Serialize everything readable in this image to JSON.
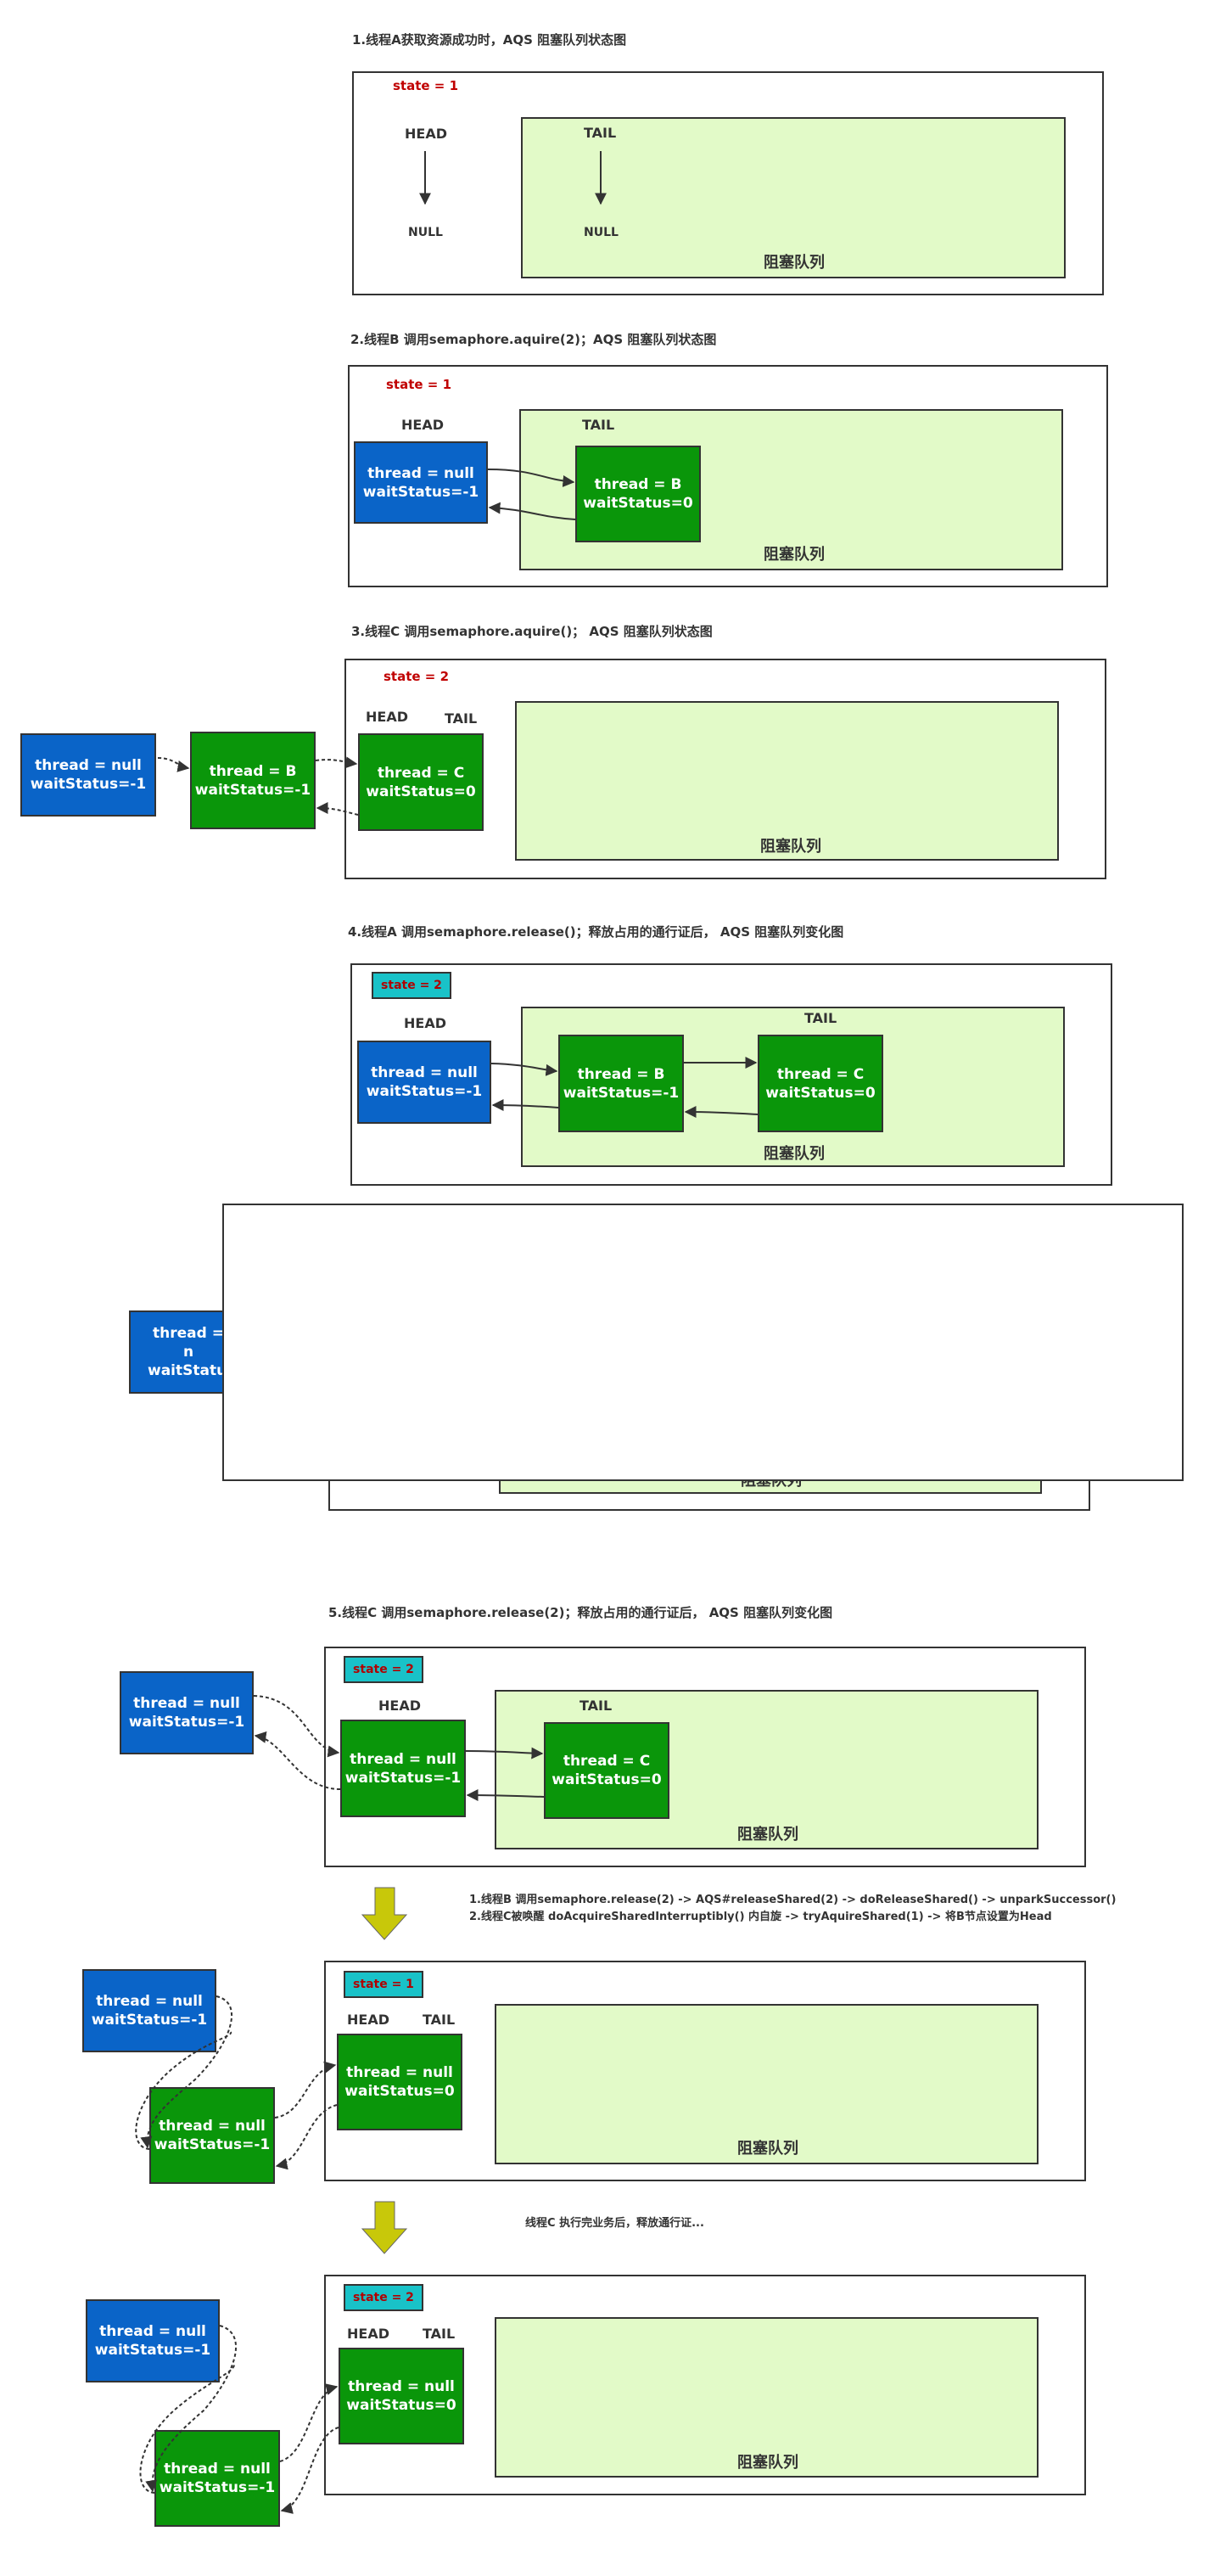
{
  "sections": {
    "s1": {
      "title": "1.线程A获取资源成功时，AQS 阻塞队列状态图",
      "state": "state = 1",
      "head": "HEAD",
      "tail": "TAIL",
      "head_null": "NULL",
      "tail_null": "NULL",
      "queue": "阻塞队列"
    },
    "s2": {
      "title": "2.线程B 调用semaphore.aquire(2)；AQS 阻塞队列状态图",
      "state": "state = 1",
      "head": "HEAD",
      "tail": "TAIL",
      "queue": "阻塞队列",
      "node_head": {
        "line1": "thread = null",
        "line2": "waitStatus=-1"
      },
      "node_b": {
        "line1": "thread = B",
        "line2": "waitStatus=0"
      }
    },
    "s3": {
      "title": "3.线程C 调用semaphore.aquire()； AQS 阻塞队列状态图",
      "state": "state = 2",
      "head": "HEAD",
      "tail": "TAIL",
      "queue": "阻塞队列",
      "node_null": {
        "line1": "thread = null",
        "line2": "waitStatus=-1"
      },
      "node_b": {
        "line1": "thread = B",
        "line2": "waitStatus=-1"
      },
      "node_c": {
        "line1": "thread = C",
        "line2": "waitStatus=0"
      }
    },
    "s4": {
      "title": "4.线程A 调用semaphore.release()；释放占用的通行证后， AQS 阻塞队列变化图",
      "state": "state = 2",
      "head": "HEAD",
      "tail": "TAIL",
      "queue": "阻塞队列",
      "node_head": {
        "line1": "thread = null",
        "line2": "waitStatus=-1"
      },
      "node_b": {
        "line1": "thread = B",
        "line2": "waitStatus=-1"
      },
      "node_c": {
        "line1": "thread = C",
        "line2": "waitStatus=0"
      },
      "hidden_node": {
        "line1": "thread = n",
        "line2": "waitStatus=-"
      },
      "hidden_queue": "阻塞队列"
    },
    "s5": {
      "title": "5.线程C 调用semaphore.release(2)；释放占用的通行证后， AQS 阻塞队列变化图",
      "step1": {
        "state": "state = 2",
        "head": "HEAD",
        "tail": "TAIL",
        "queue": "阻塞队列",
        "node_old": {
          "line1": "thread = null",
          "line2": "waitStatus=-1"
        },
        "node_head": {
          "line1": "thread = null",
          "line2": "waitStatus=-1"
        },
        "node_c": {
          "line1": "thread = C",
          "line2": "waitStatus=0"
        }
      },
      "note1": "1.线程B 调用semaphore.release(2) -> AQS#releaseShared(2) -> doReleaseShared() -> unparkSuccessor()",
      "note2": "2.线程C被唤醒 doAcquireSharedInterruptibly() 内自旋 -> tryAquireShared(1) -> 将B节点设置为Head",
      "step2": {
        "state": "state = 1",
        "head": "HEAD",
        "tail": "TAIL",
        "queue": "阻塞队列",
        "node_top": {
          "line1": "thread = null",
          "line2": "waitStatus=-1"
        },
        "node_mid": {
          "line1": "thread = null",
          "line2": "waitStatus=-1"
        },
        "node_head": {
          "line1": "thread = null",
          "line2": "waitStatus=0"
        }
      },
      "note3": "线程C 执行完业务后，释放通行证...",
      "step3": {
        "state": "state = 2",
        "head": "HEAD",
        "tail": "TAIL",
        "queue": "阻塞队列",
        "node_top": {
          "line1": "thread = null",
          "line2": "waitStatus=-1"
        },
        "node_mid": {
          "line1": "thread = null",
          "line2": "waitStatus=-1"
        },
        "node_head": {
          "line1": "thread = null",
          "line2": "waitStatus=0"
        }
      }
    }
  },
  "colors": {
    "head_node": "#0a64c8",
    "queue_node": "#0a960a",
    "queue_fill": "#e2fac8",
    "state_badge": "#19c2c8",
    "state_text": "#c00000",
    "arrow_down": "#c8c80a"
  }
}
